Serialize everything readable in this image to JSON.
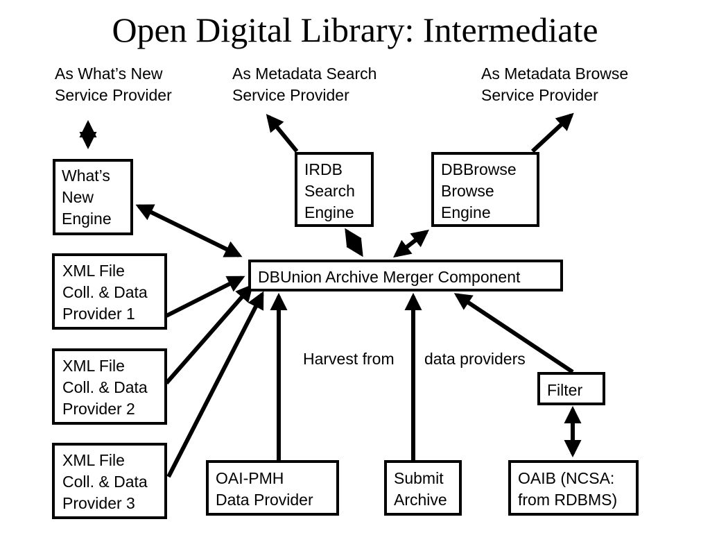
{
  "title": "Open Digital Library: Intermediate",
  "service_labels": {
    "whats_new": [
      "As What’s New",
      "Service Provider"
    ],
    "metadata_search": [
      "As Metadata Search",
      "Service Provider"
    ],
    "metadata_browse": [
      "As Metadata Browse",
      "Service Provider"
    ]
  },
  "boxes": {
    "whats_new_engine": [
      "What’s",
      "New",
      "Engine"
    ],
    "irdb": [
      "IRDB",
      "Search",
      "Engine"
    ],
    "dbbrowse": [
      "DBBrowse",
      "Browse",
      "Engine"
    ],
    "dbunion": [
      "DBUnion Archive Merger Component"
    ],
    "xml1": [
      "XML File",
      "Coll. & Data",
      "Provider 1"
    ],
    "xml2": [
      "XML File",
      "Coll. & Data",
      "Provider 2"
    ],
    "xml3": [
      "XML File",
      "Coll. & Data",
      "Provider 3"
    ],
    "oai_pmh": [
      "OAI-PMH",
      "Data Provider"
    ],
    "submit": [
      "Submit",
      "Archive"
    ],
    "filter": [
      "Filter"
    ],
    "oaib": [
      "OAIB (NCSA:",
      "from RDBMS)"
    ]
  },
  "harvest_labels": {
    "left": "Harvest from",
    "right": "data providers"
  }
}
